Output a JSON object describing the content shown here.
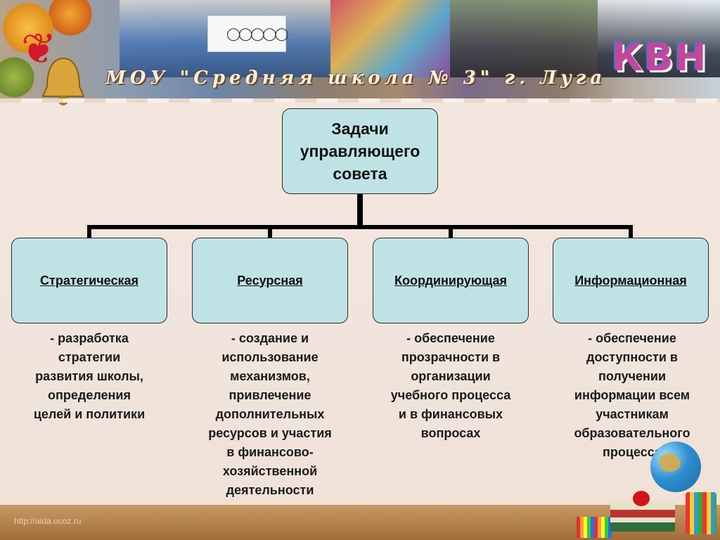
{
  "header": {
    "school_title": "МОУ \"Средняя школа № 3\" г. Луга",
    "kvn_logo": "КВН",
    "flag_symbol": "◯◯◯◯◯"
  },
  "diagram": {
    "root": "Задачи управляющего совета",
    "branches": [
      {
        "title": "Стратегическая",
        "description": "- разработка\nстратегии\nразвития школы,\nопределения\nцелей и политики"
      },
      {
        "title": "Ресурсная",
        "description": "- создание и\nиспользование\nмеханизмов,\nпривлечение\nдополнительных\nресурсов и участия\nв финансово-\nхозяйственной\nдеятельности"
      },
      {
        "title": "Координирующая",
        "description": "- обеспечение\nпрозрачности в\nорганизации\nучебного процесса\nи в финансовых\nвопросах"
      },
      {
        "title": "Информационная",
        "description": "- обеспечение\nдоступности в\nполучении\nинформации всем\nучастникам\nобразовательного\nпроцесса"
      }
    ]
  },
  "footer": {
    "url": "http://aida.ucoz.ru"
  },
  "colors": {
    "box_fill": "#bfe3e5",
    "connector": "#000000",
    "background": "#f3e7df"
  }
}
